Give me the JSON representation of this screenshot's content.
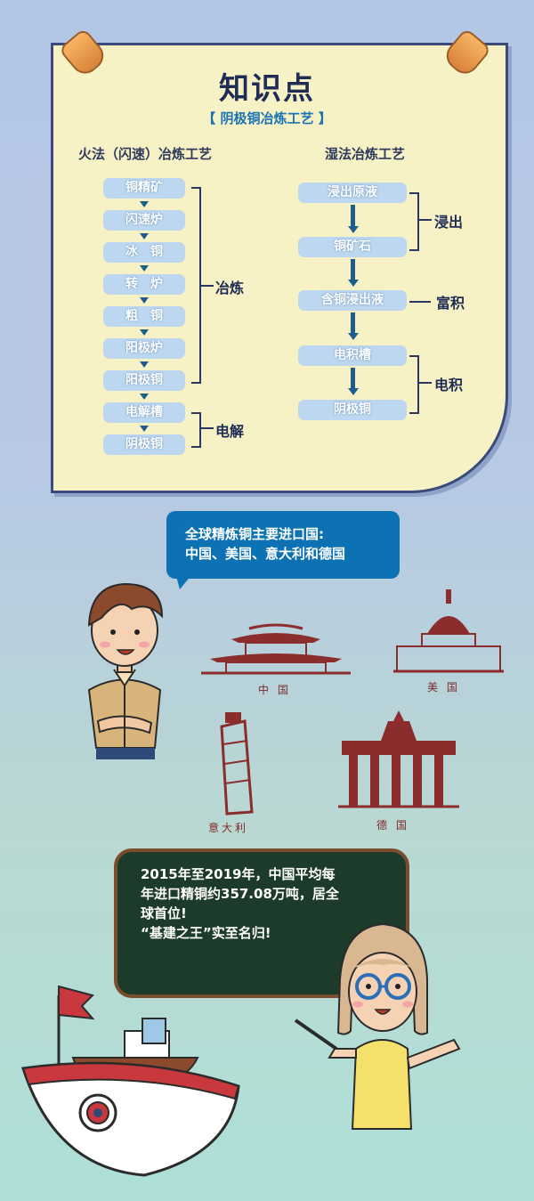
{
  "header": {
    "title": "知识点",
    "subtitle": "【 阴极铜冶炼工艺 】"
  },
  "fire_process": {
    "heading": "火法（闪速）冶炼工艺",
    "steps": [
      "铜精矿",
      "闪速炉",
      "冰　铜",
      "转　炉",
      "粗　铜",
      "阳极炉",
      "阳极铜",
      "电解槽",
      "阴极铜"
    ],
    "groups": [
      "冶炼",
      "电解"
    ]
  },
  "wet_process": {
    "heading": "湿法冶炼工艺",
    "steps": [
      "浸出原液",
      "铜矿石",
      "含铜浸出液",
      "电积槽",
      "阴极铜"
    ],
    "groups": [
      "浸出",
      "富积",
      "电积"
    ]
  },
  "bubble": {
    "line1": "全球精炼铜主要进口国:",
    "line2": "中国、美国、意大利和德国"
  },
  "landmarks": [
    "中 国",
    "美 国",
    "意大利",
    "德 国"
  ],
  "board": {
    "line1": "2015年至2019年，中国平均每",
    "line2": "年进口精铜约357.08万吨，居全",
    "line3": "球首位!",
    "line4": "“基建之王”实至名归!"
  },
  "colors": {
    "note_bg": "#f6f2c6",
    "step_bg": "#bcd7ef",
    "arrow": "#1d5f8c",
    "bubble": "#0d72b3",
    "board": "#1d3b2a",
    "landmark": "#8b2d2d",
    "ship_red": "#c8383d"
  }
}
